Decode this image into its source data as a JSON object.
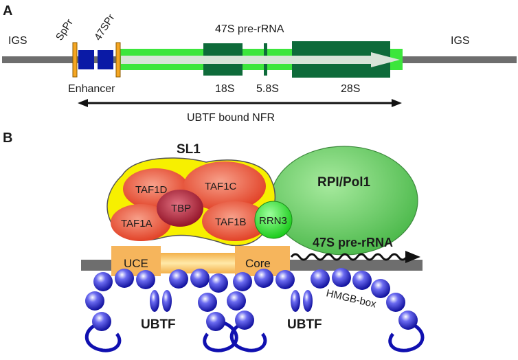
{
  "panel_a": {
    "label": "A",
    "igs_left": "IGS",
    "igs_right": "IGS",
    "sppr": "SpPr",
    "sp47": "47SPr",
    "transcript": "47S pre-rRNA",
    "enhancer": "Enhancer",
    "r18s": "18S",
    "r58s": "5.8S",
    "r28s": "28S",
    "nfr": "UBTF bound NFR"
  },
  "panel_b": {
    "label": "B",
    "sl1": "SL1",
    "taf1d": "TAF1D",
    "taf1c": "TAF1C",
    "tbp": "TBP",
    "taf1a": "TAF1A",
    "taf1b": "TAF1B",
    "rrn3": "RRN3",
    "pol1": "RPI/Pol1",
    "uce": "UCE",
    "core": "Core",
    "transcript": "47S pre-rRNA",
    "ubtf_left": "UBTF",
    "ubtf_right": "UBTF",
    "hmgb": "HMGB-box"
  },
  "colors": {
    "gene_bright": "#3ce63c",
    "gene_dark": "#0e6b3a",
    "enhancer_blue": "#0a1aa6",
    "promoter_orange": "#f5a623",
    "sl1_yellow": "#f7f000",
    "taf_red": "#e8452c",
    "tbp_darkred": "#a8142a",
    "pol1_green": "#5cc85c",
    "rrn3_green": "#22dd22",
    "dna_gray": "#6e6e6e",
    "ubtf_blue": "#1a1acc",
    "box_tan": "#f6b55c"
  }
}
